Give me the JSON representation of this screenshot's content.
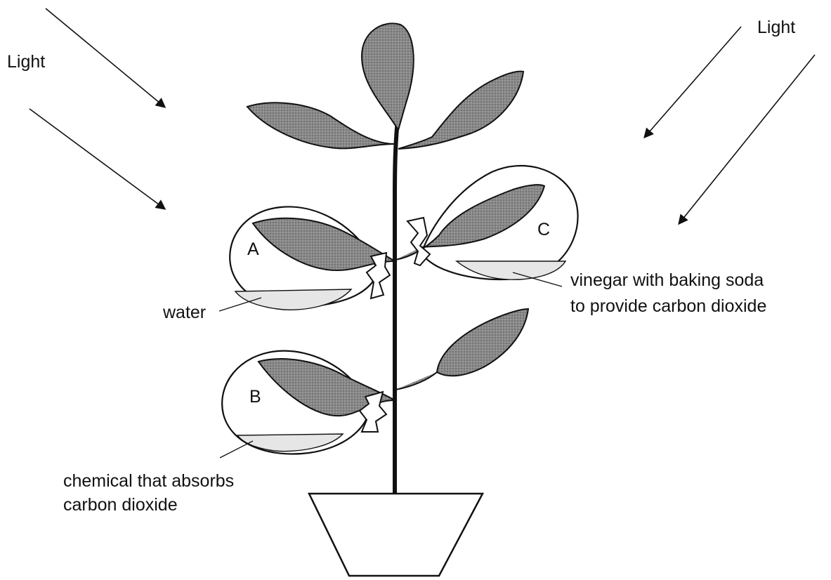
{
  "labels": {
    "light_left": "Light",
    "light_right": "Light",
    "bag_a": "A",
    "bag_b": "B",
    "bag_c": "C",
    "water": "water",
    "vinegar_line1": "vinegar with baking soda",
    "vinegar_line2": "to provide carbon dioxide",
    "chemical_line1": "chemical that absorbs",
    "chemical_line2": "carbon dioxide"
  },
  "colors": {
    "ink": "#111111",
    "leaf_fill": "#8a8a8a",
    "liquid_fill": "#d8d8d8"
  }
}
